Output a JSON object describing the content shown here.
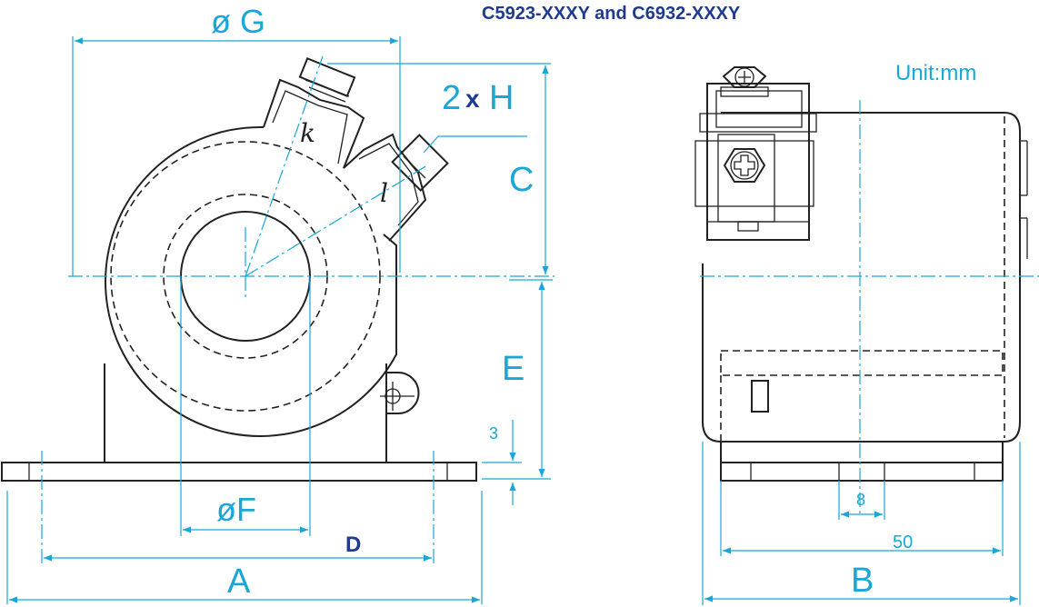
{
  "title": "C5923-XXXY and C6932-XXXY",
  "unit_label": "Unit:mm",
  "dimensions": {
    "phi_g": "ø G",
    "h": "2xH",
    "h_prefix": "2",
    "h_x": "x",
    "h_letter": "H",
    "c": "C",
    "e": "E",
    "three": "3",
    "phi_f": "øF",
    "d": "D",
    "a": "A",
    "eight": "8",
    "fifty": "50",
    "b": "B"
  },
  "terminals": {
    "k": "k",
    "l": "l"
  },
  "colors": {
    "title": "#1f3a8f",
    "dimension": "#18a7d8",
    "outline": "#222222"
  }
}
